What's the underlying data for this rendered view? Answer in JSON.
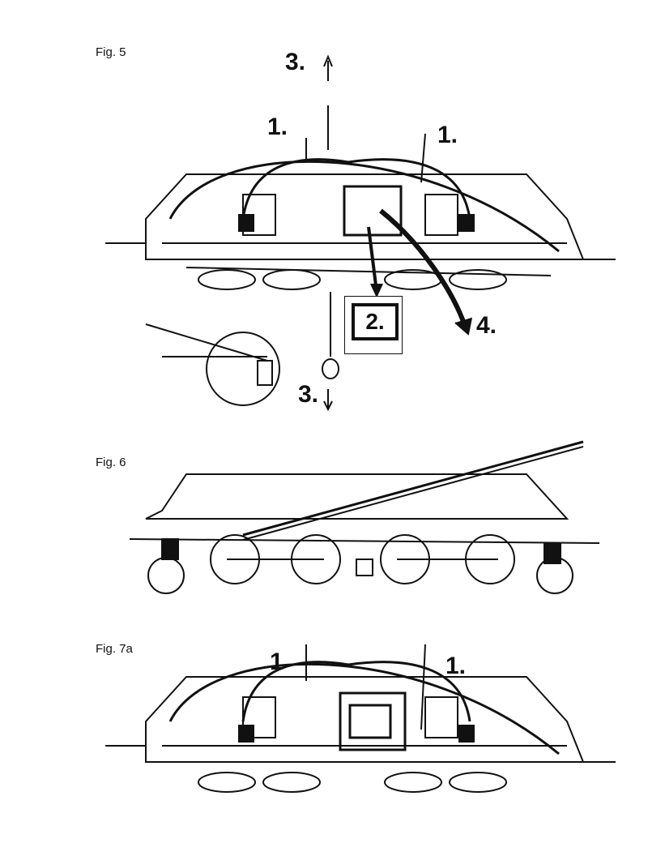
{
  "fig5": {
    "caption": "Fig. 5",
    "step3_top": "3.",
    "step1_left": "1.",
    "step1_right": "1.",
    "step2": "2.",
    "step4": "4.",
    "step3_bottom": "3."
  },
  "fig6": {
    "caption": "Fig. 6"
  },
  "fig7a": {
    "caption": "Fig. 7a",
    "step1_left": "1",
    "step1_right": "1."
  }
}
